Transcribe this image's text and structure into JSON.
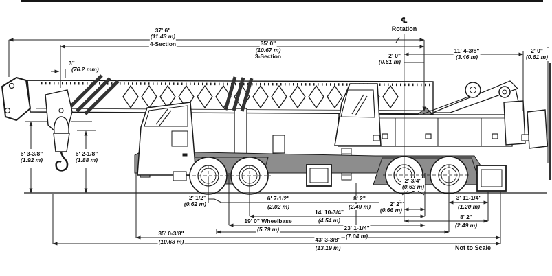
{
  "drawing": {
    "type": "truck-crane side elevation dimension drawing",
    "scale_note": "Not to Scale",
    "centerline": {
      "symbol": "℄",
      "label": "Rotation"
    }
  },
  "dims": {
    "d37_6": {
      "imperial": "37' 6\"",
      "metric": "(11.43 m)",
      "note": "4-Section"
    },
    "d35_0": {
      "imperial": "35' 0\"",
      "metric": "(10.67 m)",
      "note": "3-Section"
    },
    "d3in": {
      "imperial": "3\"",
      "metric": "(76.2 mm)"
    },
    "d2_0_cl": {
      "imperial": "2' 0\"",
      "metric": "(0.61 m)"
    },
    "d11_4": {
      "imperial": "11' 4-3/8\"",
      "metric": "(3.46 m)"
    },
    "d2_0_rr": {
      "imperial": "2' 0\"",
      "metric": "(0.61 m)"
    },
    "d6_3": {
      "imperial": "6' 3-3/8\"",
      "metric": "(1.92 m)"
    },
    "d6_2": {
      "imperial": "6' 2-1/8\"",
      "metric": "(1.88 m)"
    },
    "d2_half": {
      "imperial": "2' 1/2\"",
      "metric": "(0.62 m)"
    },
    "d6_7": {
      "imperial": "6' 7-1/2\"",
      "metric": "(2.02 m)"
    },
    "d8_2_m": {
      "imperial": "8' 2\"",
      "metric": "(2.49 m)"
    },
    "d2_34": {
      "imperial": "2' 3/4\"",
      "metric": "(0.63 m)"
    },
    "d3_11": {
      "imperial": "3' 11-1/4\"",
      "metric": "(1.20 m)"
    },
    "d2_2": {
      "imperial": "2' 2\"",
      "metric": "(0.66 m)"
    },
    "d14_10": {
      "imperial": "14' 10-3/4\"",
      "metric": "(4.54 m)"
    },
    "d8_2_r": {
      "imperial": "8' 2\"",
      "metric": "(2.49 m)"
    },
    "d19_0": {
      "imperial": "19' 0\" Wheelbase",
      "metric": "(5.79 m)"
    },
    "d23_1": {
      "imperial": "23' 1-1/4\"",
      "metric": "(7.04 m)"
    },
    "d35_03": {
      "imperial": "35' 0-3/8\"",
      "metric": "(10.68 m)"
    },
    "d43_3": {
      "imperial": "43' 3-3/8\"",
      "metric": "(13.19 m)"
    }
  }
}
